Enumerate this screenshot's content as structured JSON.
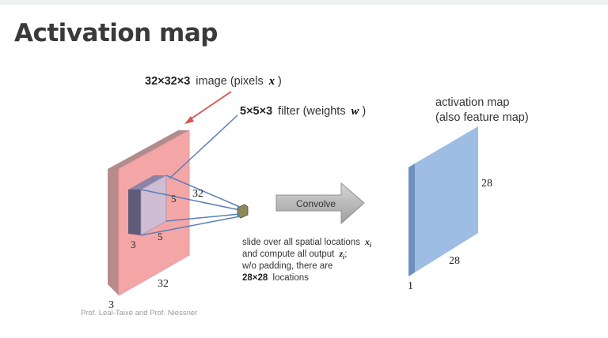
{
  "title": "Activation map",
  "labels": {
    "image_prefix": "32×32×3",
    "image_text": "image (pixels",
    "image_var": "x",
    "image_close": ")",
    "filter_prefix": "5×5×3",
    "filter_text": "filter (weights",
    "filter_var": "w",
    "filter_close": ")",
    "act_line1": "activation map",
    "act_line2": "(also feature map)",
    "convolve": "Convolve",
    "slide_line1": "slide over all spatial locations",
    "slide_var1": "x",
    "slide_sub1": "i",
    "slide_line2": "and compute all output",
    "slide_var2": "z",
    "slide_sub2": "i",
    "slide_line2_end": ";",
    "slide_line3": "w/o padding, there are",
    "slide_line4_bold": "28×28",
    "slide_line4": "locations"
  },
  "dims": {
    "image_height": "32",
    "image_width": "32",
    "image_depth": "3",
    "filter_h": "5",
    "filter_w": "5",
    "filter_d": "3",
    "act_height": "28",
    "act_width": "28",
    "act_depth": "1"
  },
  "credit": "Prof. Leal-Taixé and Prof. Niessner",
  "colors": {
    "image_front": "#f4a6a6",
    "image_side": "#b98a8a",
    "filter_front": "#c9c2dc",
    "filter_side": "#8a83a8",
    "act_front": "#9dbde3",
    "act_side": "#6f8fbd",
    "lines": "#5a7fb8",
    "arrow_red": "#d9534f",
    "convolve_fill": "#bdbdbd"
  }
}
